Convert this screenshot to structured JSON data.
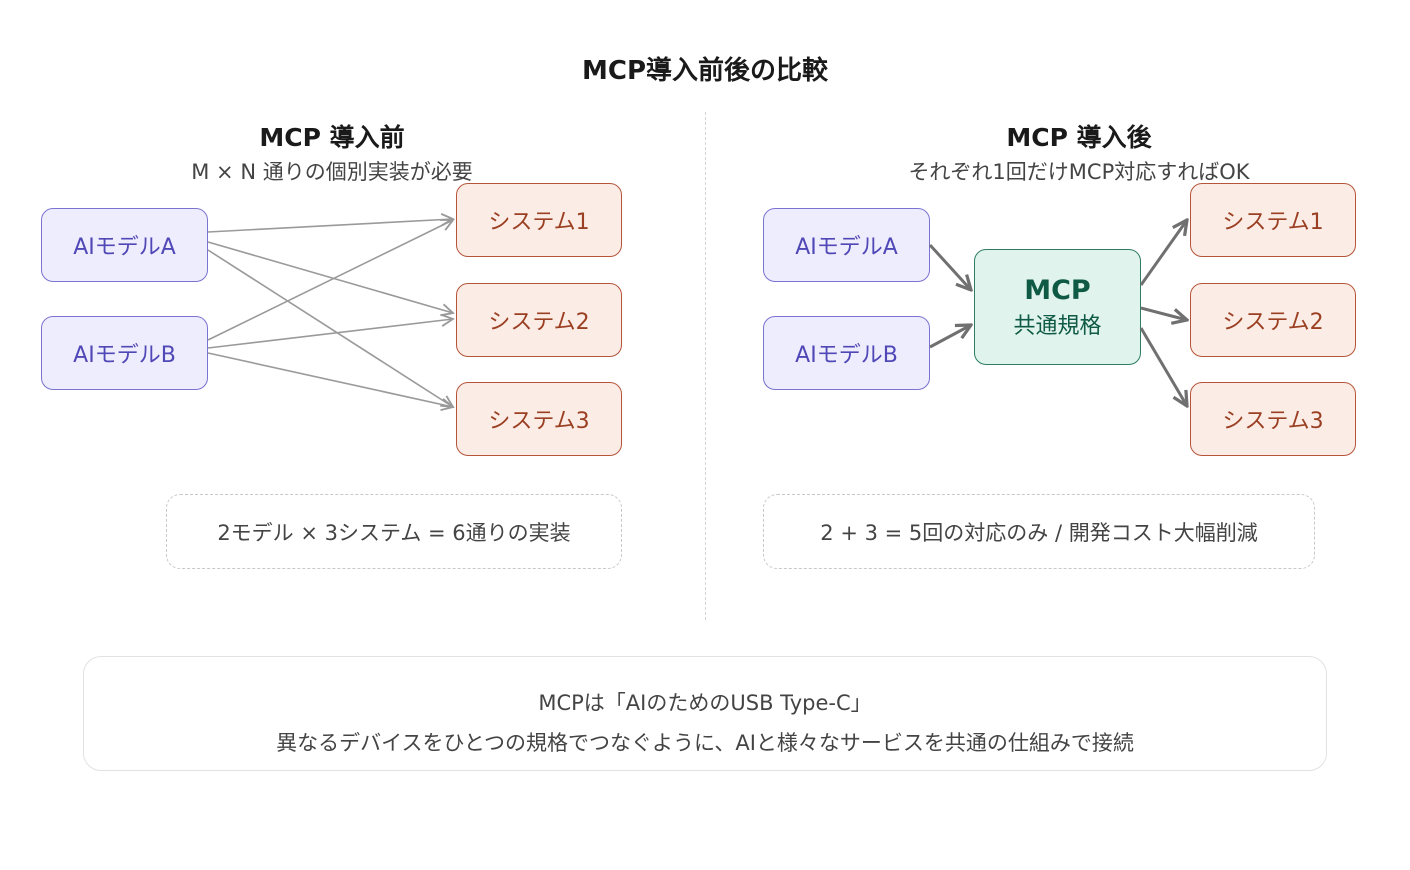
{
  "title": "MCP導入前後の比較",
  "before": {
    "title": "MCP 導入前",
    "subtitle": "M × N 通りの個別実装が必要",
    "models": [
      "AIモデルA",
      "AIモデルB"
    ],
    "systems": [
      "システム1",
      "システム2",
      "システム3"
    ],
    "connections": [
      {
        "from": 0,
        "to": 0
      },
      {
        "from": 0,
        "to": 1
      },
      {
        "from": 0,
        "to": 2
      },
      {
        "from": 1,
        "to": 0
      },
      {
        "from": 1,
        "to": 1
      },
      {
        "from": 1,
        "to": 2
      }
    ],
    "note": "2モデル × 3システム = 6通りの実装"
  },
  "after": {
    "title": "MCP 導入後",
    "subtitle": "それぞれ1回だけMCP対応すればOK",
    "models": [
      "AIモデルA",
      "AIモデルB"
    ],
    "hub": {
      "label": "MCP",
      "sublabel": "共通規格"
    },
    "systems": [
      "システム1",
      "システム2",
      "システム3"
    ],
    "note": "2 + 3 = 5回の対応のみ / 開発コスト大幅削減"
  },
  "footer": {
    "line1": "MCPは「AIのためのUSB Type-C」",
    "line2": "異なるデバイスをひとつの規格でつなぐように、AIと様々なサービスを共通の仕組みで接続"
  },
  "colors": {
    "model_fill": "#eeedfd",
    "model_stroke": "#7a73d0",
    "model_text": "#5048b6",
    "system_fill": "#fbece6",
    "system_stroke": "#b4553a",
    "system_text": "#9a3f22",
    "hub_fill": "#e0f3ec",
    "hub_stroke": "#2e7d63",
    "hub_text": "#0e5a44",
    "edge_before": "#9a9a9a",
    "edge_after": "#707070"
  }
}
